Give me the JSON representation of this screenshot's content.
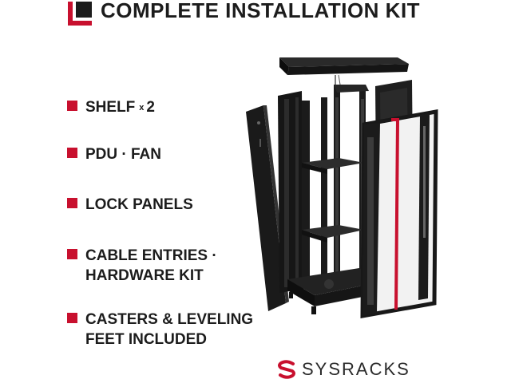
{
  "header": {
    "title": "COMPLETE INSTALLATION KIT"
  },
  "features": [
    {
      "label": "SHELF",
      "qty_x": "x",
      "qty_n": "2"
    },
    {
      "label": "PDU · FAN"
    },
    {
      "label": "LOCK PANELS"
    },
    {
      "lines": [
        "CABLE ENTRIES ·",
        "HARDWARE KIT"
      ]
    },
    {
      "lines": [
        "CASTERS & LEVELING",
        "FEET INCLUDED"
      ]
    }
  ],
  "brand": {
    "name": "SYSRACKS"
  },
  "colors": {
    "accent": "#c8102e",
    "text": "#1c1c1c",
    "rack": "#151515"
  },
  "icons": {
    "logo": "corner-bracket-logo-icon",
    "bullet": "square-bullet-icon",
    "brand": "s-brand-logo-icon"
  }
}
